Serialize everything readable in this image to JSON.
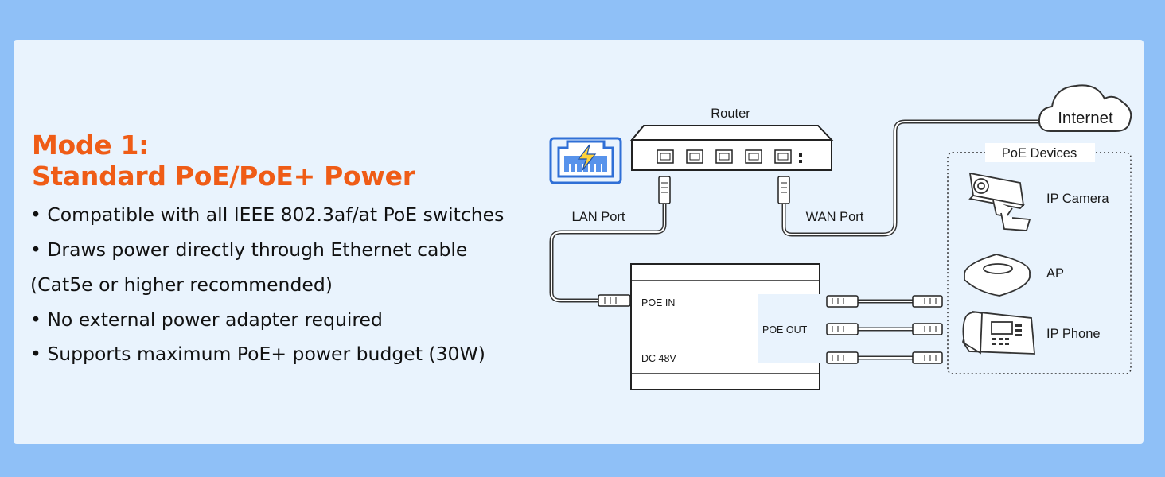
{
  "heading": {
    "line1": "Mode 1:",
    "line2": "Standard PoE/PoE+ Power"
  },
  "bullets": [
    "• Compatible with all IEEE 802.3af/at PoE switches",
    "• Draws power directly through Ethernet cable",
    "(Cat5e or higher recommended)",
    "• No external power adapter required",
    "• Supports maximum PoE+ power budget (30W)"
  ],
  "diagram": {
    "router_label": "Router",
    "internet_label": "Internet",
    "lan_port_label": "LAN Port",
    "wan_port_label": "WAN Port",
    "poe_in_label": "POE IN",
    "poe_out_label": "POE OUT",
    "dc_label": "DC 48V",
    "devices_group_label": "PoE Devices",
    "devices": [
      "IP Camera",
      "AP",
      "IP Phone"
    ]
  },
  "colors": {
    "accent": "#ef5c16",
    "background": "#8fc0f7",
    "panel": "#e9f3fd",
    "poe_icon": "#2f6fd6"
  }
}
